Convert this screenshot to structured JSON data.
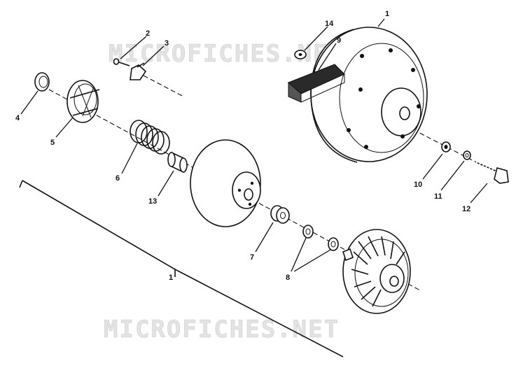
{
  "watermark": {
    "text_top": "MICROFICHES.NET",
    "text_bottom": "MICROFICHES.NET"
  },
  "callouts": {
    "c1_top": "1",
    "c2": "2",
    "c3": "3",
    "c4": "4",
    "c5": "5",
    "c6": "6",
    "c7": "7",
    "c8": "8",
    "c9": "9",
    "c10": "10",
    "c11": "11",
    "c12": "12",
    "c13": "13",
    "c14": "14",
    "c1_bottom": "1"
  },
  "colors": {
    "ink": "#111111",
    "paper": "#ffffff",
    "watermark": "#e3e3e3"
  }
}
